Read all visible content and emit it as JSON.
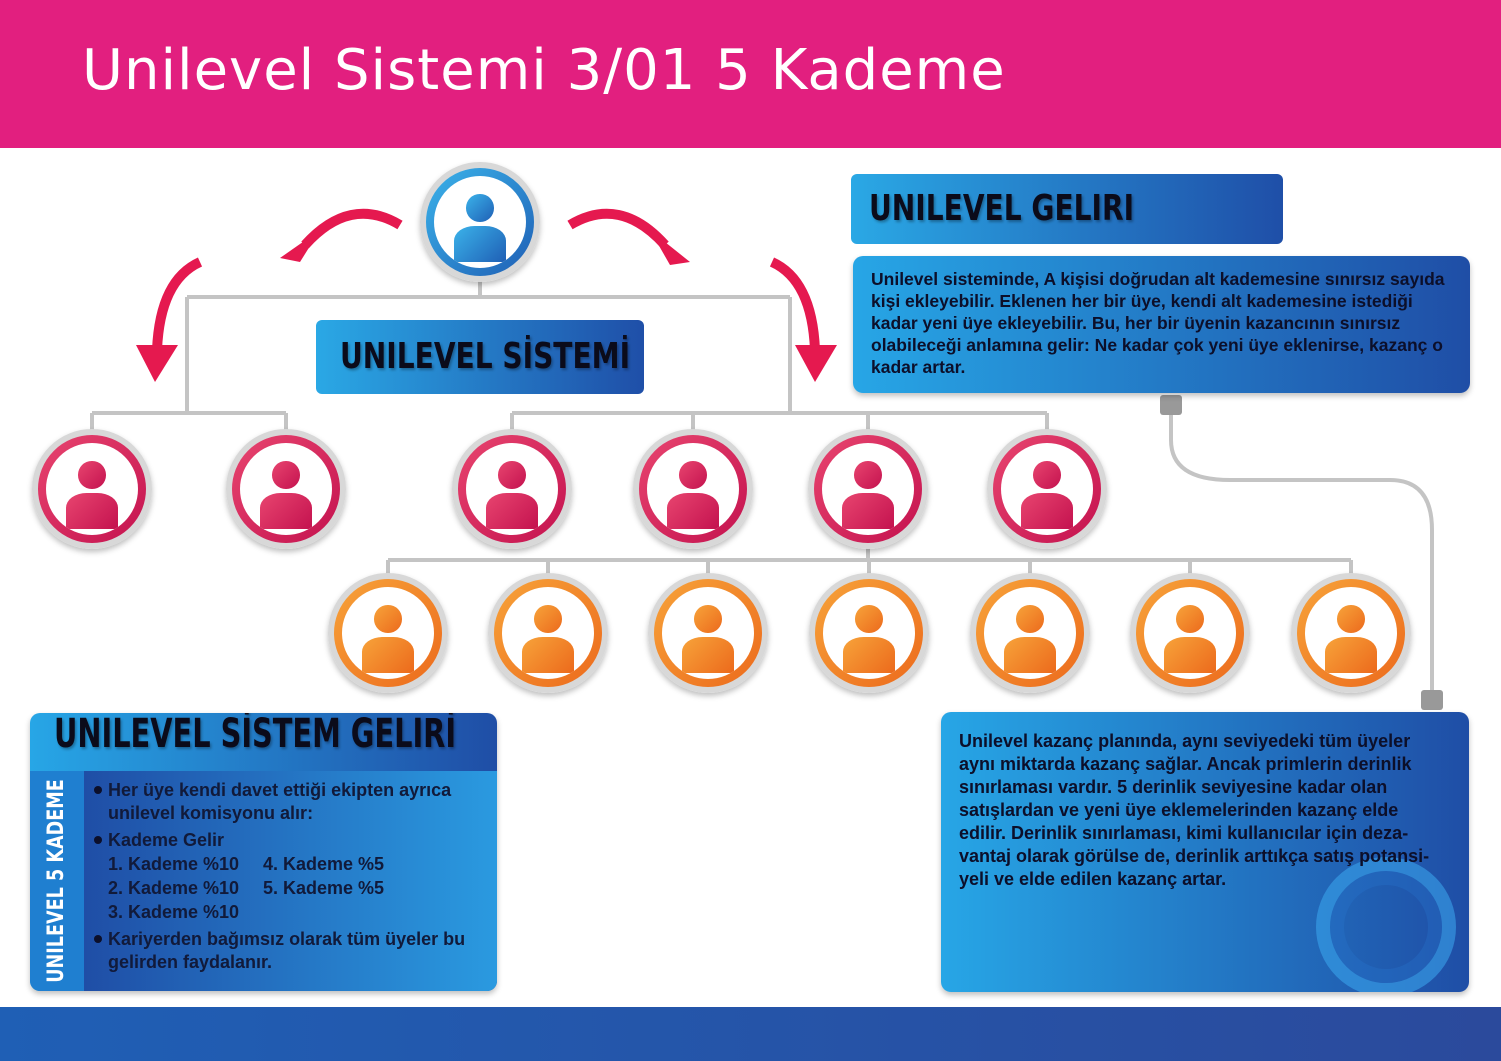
{
  "header": {
    "title": "Unilevel Sistemi 3/01  5 Kademe"
  },
  "diagram": {
    "center_label": "UNILEVEL SİSTEMİ",
    "levels": [
      {
        "color": "blue",
        "count": 1
      },
      {
        "color": "pink",
        "count": 6
      },
      {
        "color": "orange",
        "count": 7
      }
    ]
  },
  "income_box": {
    "title": "UNILEVEL GELIRI",
    "text": "Unilevel sisteminde, A kişisi doğrudan alt kademesine sınırsız sayıda kişi ekleyebilir. Eklenen her bir üye, kendi alt kademesine istediği kadar yeni üye ekleyebilir. Bu, her bir üyenin kazancının sınırsız olabileceği anlamına gelir: Ne kadar çok yeni üye eklenirse, kazanç o kadar artar."
  },
  "earnings_box": {
    "text": "Unilevel kazanç planında, aynı seviyedeki tüm üyeler aynı miktarda kazanç sağlar. Ancak primlerin derinlik sınırlaması vardır. 5 derinlik seviyesine kadar olan satışlardan ve yeni üye eklemelerinden kazanç elde edilir. Derinlik sınırlaması, kimi kullanıcılar için deza-vantaj olarak görülse de, derinlik arttıkça satış potansi-yeli ve elde edilen kazanç artar."
  },
  "system_income": {
    "title": "UNILEVEL SİSTEM GELIRİ",
    "side_label": "UNILEVEL 5 KADEME",
    "bullet1": "Her üye kendi davet ettiği ekipten ayrıca unilevel komisyonu alır:",
    "bullet2": "Kademe Gelir",
    "levels": [
      "1. Kademe  %10",
      "4. Kademe %5",
      "2. Kademe  %10",
      "5. Kademe %5",
      "3. Kademe  %10"
    ],
    "bullet3": "Kariyerden bağımsız olarak tüm üyeler bu gelirden faydalanır."
  },
  "colors": {
    "header": "#e21f7f",
    "blue": "#1f5fb5",
    "pink": "#e21f5f",
    "orange": "#f08a2a",
    "arrow": "#e5194f"
  }
}
